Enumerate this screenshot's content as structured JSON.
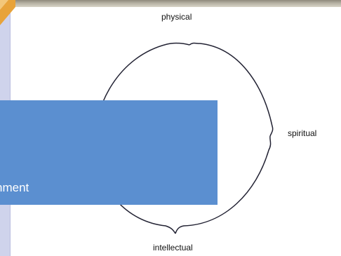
{
  "diagram": {
    "nodes": [
      "physical",
      "spiritual",
      "intellectual"
    ]
  },
  "overlay": {
    "text": "nment"
  },
  "colors": {
    "overlay": "#5b8fd0",
    "side_strip": "#cfd3ec",
    "accent": "#e8a33a",
    "stroke": "#222233"
  }
}
